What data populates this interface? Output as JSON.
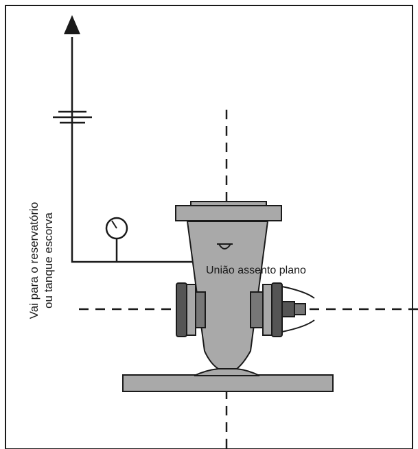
{
  "diagram": {
    "pipe_label_line1": "Vai para o reservatório",
    "pipe_label_line2": "ou tanque escorva",
    "union_label": "União assento plano"
  },
  "colors": {
    "line": "#1a1a1a",
    "body_fill": "#a9a9a9",
    "dark_fill": "#555555",
    "background": "#ffffff"
  },
  "icons": [
    "up-arrow-icon",
    "pressure-gauge-icon",
    "water-level-icon"
  ]
}
